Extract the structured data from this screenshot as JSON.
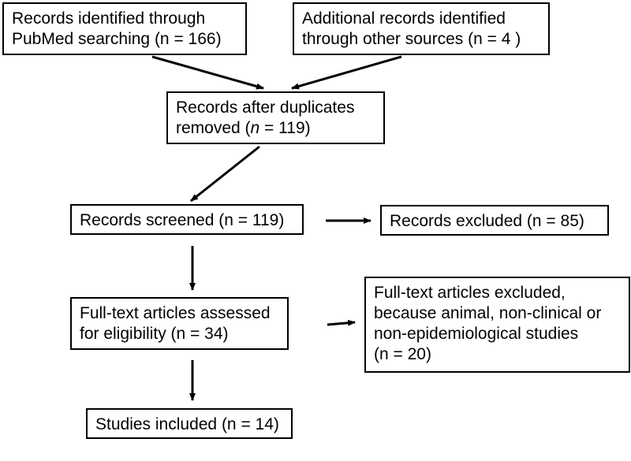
{
  "flowchart": {
    "boxes": {
      "pubmed": {
        "lines": [
          "Records identified through",
          "PubMed searching (n = 166)"
        ]
      },
      "other_sources": {
        "lines": [
          "Additional records identified",
          "through other sources (n = 4 )"
        ]
      },
      "after_duplicates": {
        "line1": "Records after duplicates",
        "line2_prefix": "removed (",
        "line2_n": "n",
        "line2_suffix": " = 119)"
      },
      "screened": {
        "lines": [
          "Records screened (n = 119)"
        ]
      },
      "excluded": {
        "lines": [
          "Records excluded (n = 85)"
        ]
      },
      "fulltext_assessed": {
        "lines": [
          "Full-text articles assessed",
          "for eligibility (n = 34)"
        ]
      },
      "fulltext_excluded": {
        "lines": [
          "Full-text articles excluded,",
          "because animal, non-clinical or",
          "non-epidemiological studies",
          "(n = 20)"
        ]
      },
      "included": {
        "lines": [
          "Studies included (n = 14)"
        ]
      }
    },
    "edges": [
      {
        "from": "pubmed",
        "to": "after_duplicates"
      },
      {
        "from": "other_sources",
        "to": "after_duplicates"
      },
      {
        "from": "after_duplicates",
        "to": "screened"
      },
      {
        "from": "screened",
        "to": "excluded"
      },
      {
        "from": "screened",
        "to": "fulltext_assessed"
      },
      {
        "from": "fulltext_assessed",
        "to": "fulltext_excluded"
      },
      {
        "from": "fulltext_assessed",
        "to": "included"
      }
    ],
    "colors": {
      "stroke": "#000000",
      "fill": "#ffffff",
      "text": "#000000"
    }
  }
}
